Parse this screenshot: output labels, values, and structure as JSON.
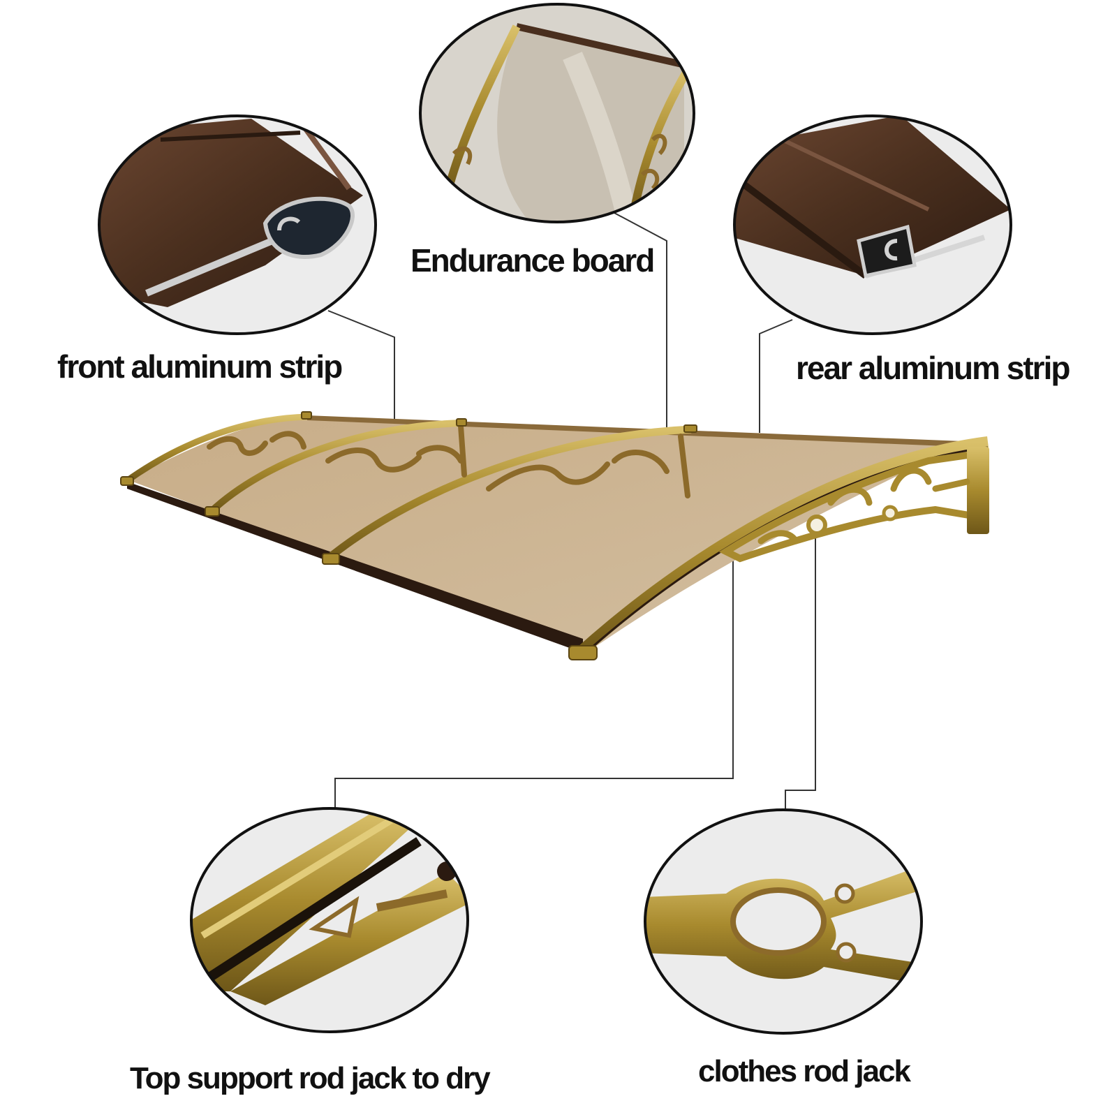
{
  "labels": {
    "front_strip": "front aluminum strip",
    "endurance_board": "Endurance board",
    "rear_strip": "rear aluminum strip",
    "top_support": "Top support rod jack to dry",
    "clothes_rod": "clothes rod jack"
  },
  "colors": {
    "background": "#ffffff",
    "panel": "#c9ae8a",
    "gold": "#a88a2e",
    "gold_light": "#d4b752",
    "dark_brown": "#4a2f1e",
    "strip_brown": "#5a3a26",
    "callout_line": "#333333"
  }
}
